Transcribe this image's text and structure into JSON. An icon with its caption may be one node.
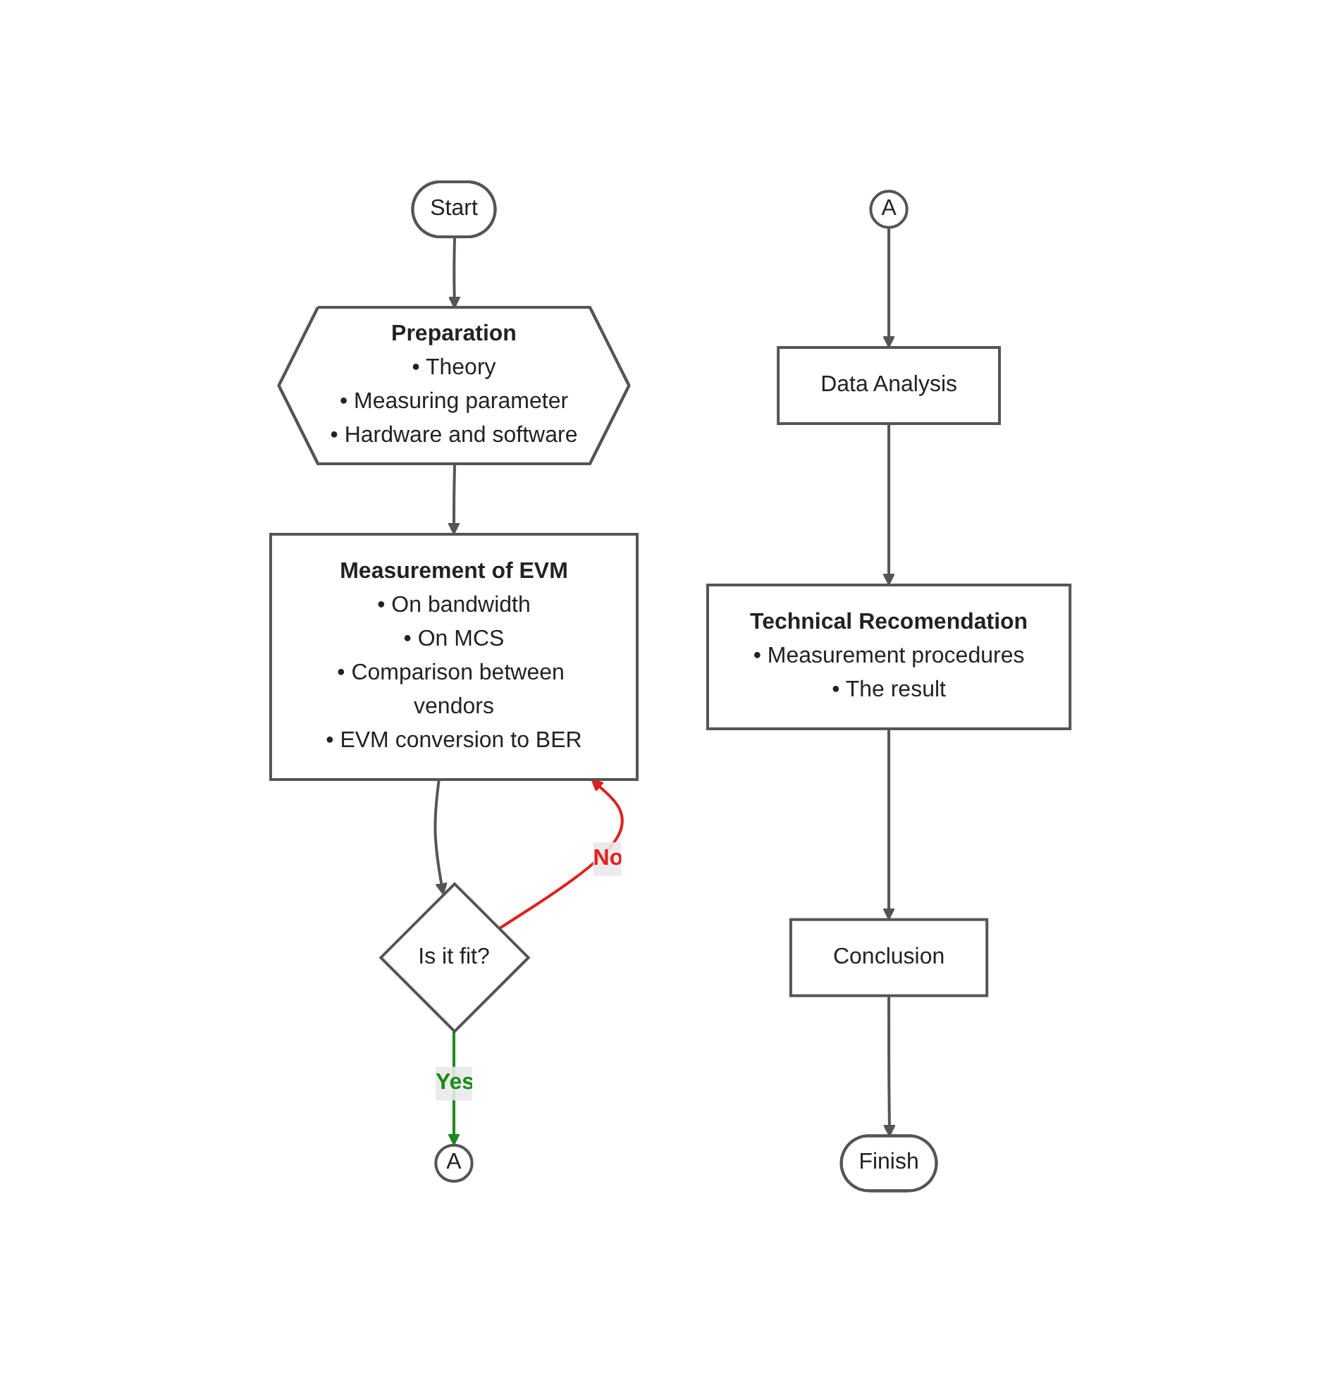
{
  "diagram": {
    "nodes": [
      {
        "text": [
          "Start"
        ]
      },
      {
        "text": [
          "Preparation",
          "• Theory",
          "• Measuring parameter",
          "• Hardware and software"
        ]
      },
      {
        "text": [
          "Measurement of EVM",
          "• On bandwidth",
          "• On MCS",
          "• Comparison between vendors",
          "• EVM conversion to BER"
        ]
      },
      {
        "text": [
          "Is it fit?"
        ]
      },
      {
        "text": [
          "A"
        ]
      },
      {
        "text": [
          "A"
        ]
      },
      {
        "text": [
          "Data Analysis"
        ]
      },
      {
        "text": [
          "Technical Recomendation",
          "• Measurement procedures",
          "• The result"
        ]
      },
      {
        "text": [
          "Conclusion"
        ]
      },
      {
        "text": [
          "Finish"
        ]
      }
    ],
    "edges": [
      {
        "from": 0,
        "to": 1,
        "arrow": "to"
      },
      {
        "from": 1,
        "to": 2,
        "arrow": "to"
      },
      {
        "from": 2,
        "to": 3,
        "arrow": "to"
      },
      {
        "from": 3,
        "to": 4,
        "arrow": "to",
        "label": "Yes",
        "color": "#1a8a1a"
      },
      {
        "from": 3,
        "to": 2,
        "arrow": "to",
        "label": "No",
        "color": "#e02020"
      },
      {
        "from": 5,
        "to": 6,
        "arrow": "to"
      },
      {
        "from": 6,
        "to": 7,
        "arrow": "to"
      },
      {
        "from": 7,
        "to": 8,
        "arrow": "to"
      },
      {
        "from": 8,
        "to": 9,
        "arrow": "to"
      }
    ]
  }
}
